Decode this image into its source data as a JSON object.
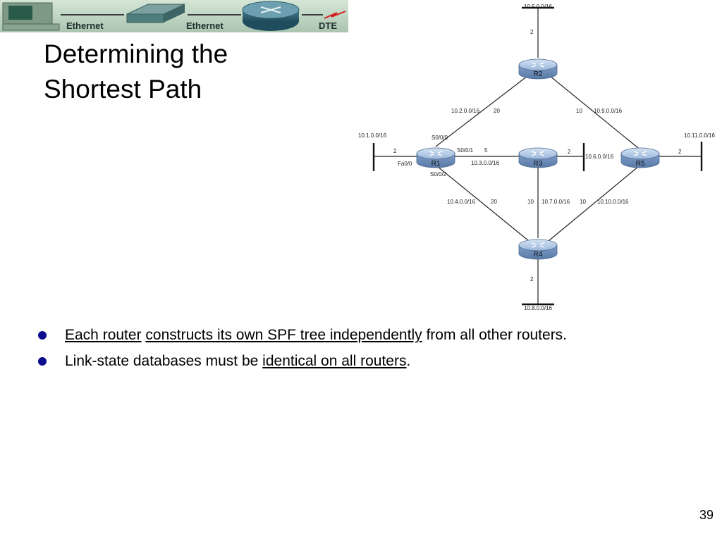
{
  "banner": {
    "labels": [
      "Ethernet",
      "Ethernet",
      "DTE"
    ]
  },
  "title": {
    "line1": "Determining the",
    "line2": "Shortest Path"
  },
  "diagram": {
    "routers": {
      "r1": "R1",
      "r2": "R2",
      "r3": "R3",
      "r4": "R4",
      "r5": "R5"
    },
    "networks": {
      "n5": "10.5.0.0/16",
      "n2": "10.2.0.0/16",
      "n9": "10.9.0.0/16",
      "n1": "10.1.0.0/16",
      "n11": "10.11.0.0/16",
      "n3": "10.3.0.0/16",
      "n6": "10.6.0.0/16",
      "n4": "10.4.0.0/16",
      "n7": "10.7.0.0/16",
      "n10": "10.10.0.0/16",
      "n8": "10.8.0.0/16"
    },
    "costs": {
      "r2_stub": "2",
      "r1_r2": "20",
      "r2_r5": "10",
      "r1_stub": "2",
      "r1_r3": "5",
      "r3_stub": "2",
      "r5_stub": "2",
      "r1_r4": "20",
      "r3_r4": "10",
      "r4_r5": "10",
      "r4_stub": "2"
    },
    "interfaces": {
      "s000": "S0/0/0",
      "s001": "S0/0/1",
      "fa00": "Fa0/0",
      "s002": "S0/0/2"
    }
  },
  "bullets": [
    {
      "part1": "Each router",
      "part2": " ",
      "part3": "constructs its own SPF tree independently",
      "part4": " from all other routers."
    },
    {
      "part1": "Link-state databases must be ",
      "part2": "identical on all routers",
      "part3": "."
    }
  ],
  "page_number": "39",
  "colors": {
    "bullet": "#0c0c8c",
    "router_body": "#8fb0d8",
    "banner_bg": "#c3d6c3"
  }
}
